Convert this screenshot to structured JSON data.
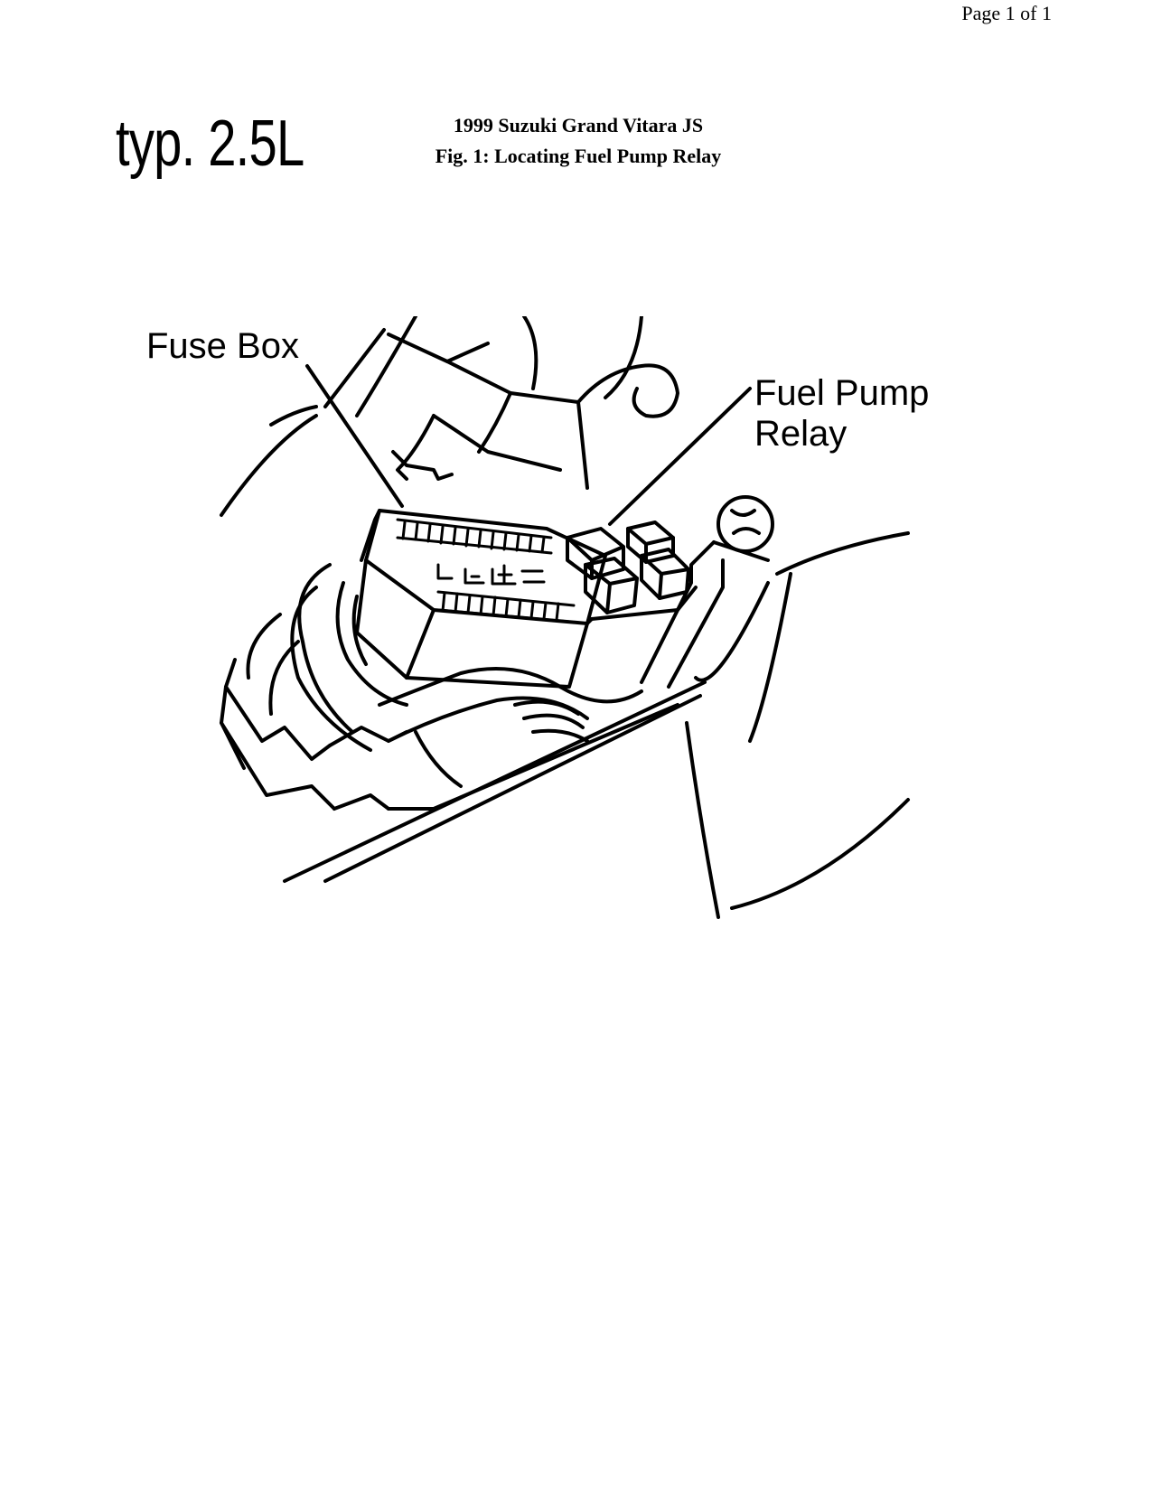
{
  "header": {
    "page_number": "Page 1 of 1"
  },
  "engine_note": "typ. 2.5L",
  "title": {
    "vehicle": "1999 Suzuki Grand Vitara JS",
    "figure_caption": "Fig. 1: Locating Fuel Pump Relay"
  },
  "figure": {
    "callouts": {
      "fuse_box": "Fuse Box",
      "fuel_pump_line1": "Fuel Pump",
      "fuel_pump_line2": "Relay"
    }
  }
}
